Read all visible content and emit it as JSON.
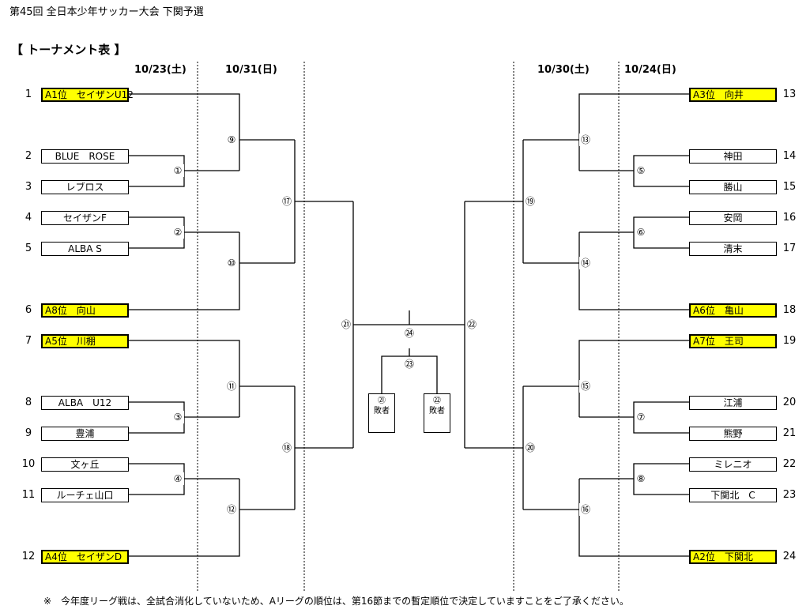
{
  "page": {
    "title": "第45回 全日本少年サッカー大会 下関予選",
    "subtitle": "【 トーナメント表 】",
    "footnote": "※　今年度リーグ戦は、全試合消化していないため、Aリーグの順位は、第16節までの暫定順位で決定していますことをご了承ください。"
  },
  "dates": {
    "left_r1": "10/23(土)",
    "left_r2": "10/31(日)",
    "right_r2": "10/30(土)",
    "right_r1": "10/24(日)"
  },
  "left_teams": [
    {
      "no": "1",
      "name": "A1位　セイザンU12",
      "seeded": true
    },
    {
      "no": "2",
      "name": "BLUE　ROSE",
      "seeded": false
    },
    {
      "no": "3",
      "name": "レブロス",
      "seeded": false
    },
    {
      "no": "4",
      "name": "セイザンF",
      "seeded": false
    },
    {
      "no": "5",
      "name": "ALBA S",
      "seeded": false
    },
    {
      "no": "6",
      "name": "A8位　向山",
      "seeded": true
    },
    {
      "no": "7",
      "name": "A5位　川棚",
      "seeded": true
    },
    {
      "no": "8",
      "name": "ALBA　U12",
      "seeded": false
    },
    {
      "no": "9",
      "name": "豊浦",
      "seeded": false
    },
    {
      "no": "10",
      "name": "文ヶ丘",
      "seeded": false
    },
    {
      "no": "11",
      "name": "ルーチェ山口",
      "seeded": false
    },
    {
      "no": "12",
      "name": "A4位　セイザンD",
      "seeded": true
    }
  ],
  "right_teams": [
    {
      "no": "13",
      "name": "A3位　向井",
      "seeded": true
    },
    {
      "no": "14",
      "name": "神田",
      "seeded": false
    },
    {
      "no": "15",
      "name": "勝山",
      "seeded": false
    },
    {
      "no": "16",
      "name": "安岡",
      "seeded": false
    },
    {
      "no": "17",
      "name": "清末",
      "seeded": false
    },
    {
      "no": "18",
      "name": "A6位　亀山",
      "seeded": true
    },
    {
      "no": "19",
      "name": "A7位　王司",
      "seeded": true
    },
    {
      "no": "20",
      "name": "江浦",
      "seeded": false
    },
    {
      "no": "21",
      "name": "熊野",
      "seeded": false
    },
    {
      "no": "22",
      "name": "ミレニオ",
      "seeded": false
    },
    {
      "no": "23",
      "name": "下関北　C",
      "seeded": false
    },
    {
      "no": "24",
      "name": "A2位　下関北",
      "seeded": true
    }
  ],
  "matches": {
    "m1": "①",
    "m2": "②",
    "m3": "③",
    "m4": "④",
    "m5": "⑤",
    "m6": "⑥",
    "m7": "⑦",
    "m8": "⑧",
    "m9": "⑨",
    "m10": "⑩",
    "m11": "⑪",
    "m12": "⑫",
    "m13": "⑬",
    "m14": "⑭",
    "m15": "⑮",
    "m16": "⑯",
    "m17": "⑰",
    "m18": "⑱",
    "m19": "⑲",
    "m20": "⑳",
    "m21": "㉑",
    "m22": "㉒",
    "m23": "㉓",
    "m24": "㉔"
  },
  "third_place": {
    "left_label": "㉑",
    "left_text": "敗者",
    "right_label": "㉒",
    "right_text": "敗者"
  },
  "colors": {
    "seed_highlight": "#ffff00",
    "line": "#000000"
  }
}
